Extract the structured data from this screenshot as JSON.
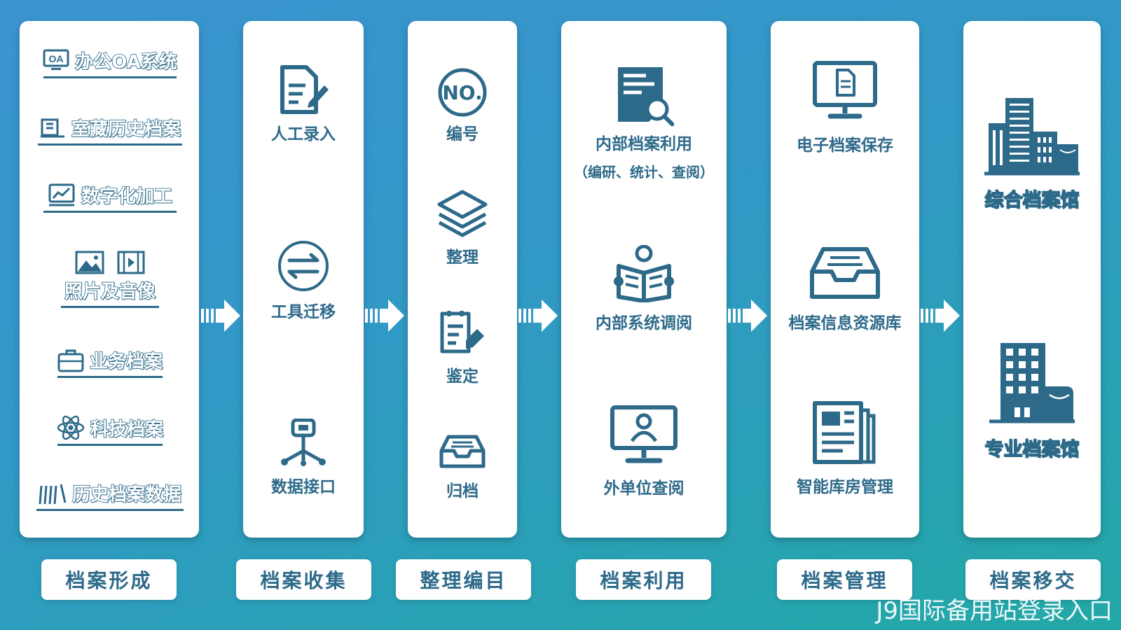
{
  "sources": [
    {
      "label": "办公OA系统",
      "icon": "oa-monitor-icon"
    },
    {
      "label": "室藏历史档案",
      "icon": "archive-book-icon"
    },
    {
      "label": "数字化加工",
      "icon": "chart-screen-icon"
    },
    {
      "label": "照片及音像",
      "icon": "photo-video-icon"
    },
    {
      "label": "业务档案",
      "icon": "briefcase-icon"
    },
    {
      "label": "科技档案",
      "icon": "atom-icon"
    },
    {
      "label": "历史档案数据",
      "icon": "books-icon"
    }
  ],
  "collection": [
    {
      "label": "人工录入",
      "icon": "document-edit-icon"
    },
    {
      "label": "工具迁移",
      "icon": "swap-arrows-icon"
    },
    {
      "label": "数据接口",
      "icon": "network-node-icon"
    }
  ],
  "organize": [
    {
      "label": "编号",
      "icon": "number-badge-icon"
    },
    {
      "label": "整理",
      "icon": "layers-icon"
    },
    {
      "label": "鉴定",
      "icon": "clipboard-pen-icon"
    },
    {
      "label": "归档",
      "icon": "inbox-tray-icon"
    }
  ],
  "utilization": [
    {
      "label": "内部档案利用",
      "sub": "（编研、统计、查阅）",
      "icon": "document-search-icon"
    },
    {
      "label": "内部系统调阅",
      "icon": "reading-person-icon"
    },
    {
      "label": "外单位查阅",
      "icon": "monitor-user-icon"
    }
  ],
  "management": [
    {
      "label": "电子档案保存",
      "icon": "monitor-document-icon"
    },
    {
      "label": "档案信息资源库",
      "icon": "storage-tray-icon"
    },
    {
      "label": "智能库房管理",
      "icon": "newspaper-icon"
    }
  ],
  "transfer": [
    {
      "label": "综合档案馆",
      "icon": "city-buildings-icon"
    },
    {
      "label": "专业档案馆",
      "icon": "office-building-icon"
    }
  ],
  "stages": [
    "档案形成",
    "档案收集",
    "整理编目",
    "档案利用",
    "档案管理",
    "档案移交"
  ],
  "watermark": "J9国际备用站登录入口",
  "colors": {
    "icon": "#2d6a8a",
    "panel": "#ffffff",
    "arrow": "#ffffff"
  }
}
